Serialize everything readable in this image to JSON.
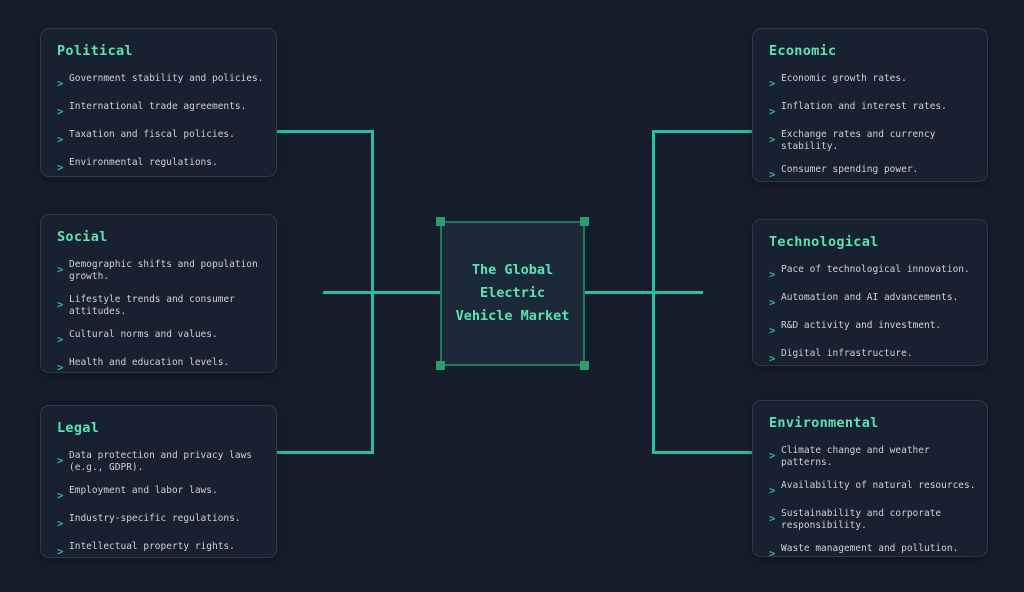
{
  "diagram": {
    "bullet_glyph": ">",
    "center": {
      "lines": [
        "The Global",
        "Electric",
        "Vehicle Market"
      ]
    },
    "categories": [
      {
        "title": "Political",
        "items": [
          "Government stability and policies.",
          "International trade agreements.",
          "Taxation and fiscal policies.",
          "Environmental regulations."
        ]
      },
      {
        "title": "Social",
        "items": [
          "Demographic shifts and population growth.",
          "Lifestyle trends and consumer attitudes.",
          "Cultural norms and values.",
          "Health and education levels."
        ]
      },
      {
        "title": "Legal",
        "items": [
          "Data protection and privacy laws (e.g., GDPR).",
          "Employment and labor laws.",
          "Industry-specific regulations.",
          "Intellectual property rights."
        ]
      },
      {
        "title": "Economic",
        "items": [
          "Economic growth rates.",
          "Inflation and interest rates.",
          "Exchange rates and currency stability.",
          "Consumer spending power."
        ]
      },
      {
        "title": "Technological",
        "items": [
          "Pace of technological innovation.",
          "Automation and AI advancements.",
          "R&D activity and investment.",
          "Digital infrastructure."
        ]
      },
      {
        "title": "Environmental",
        "items": [
          "Climate change and weather patterns.",
          "Availability of natural resources.",
          "Sustainability and corporate responsibility.",
          "Waste management and pollution."
        ]
      }
    ],
    "colors": {
      "page_bg": "#151d2b",
      "node_bg": "#18212f",
      "node_border": "#2e3a49",
      "accent_line": "#28c0a4",
      "heading_text": "#5ce3b4",
      "body_text": "#ccd2d9",
      "center_border": "#1e7a5f",
      "selection_handle": "#2f9c6b"
    }
  }
}
